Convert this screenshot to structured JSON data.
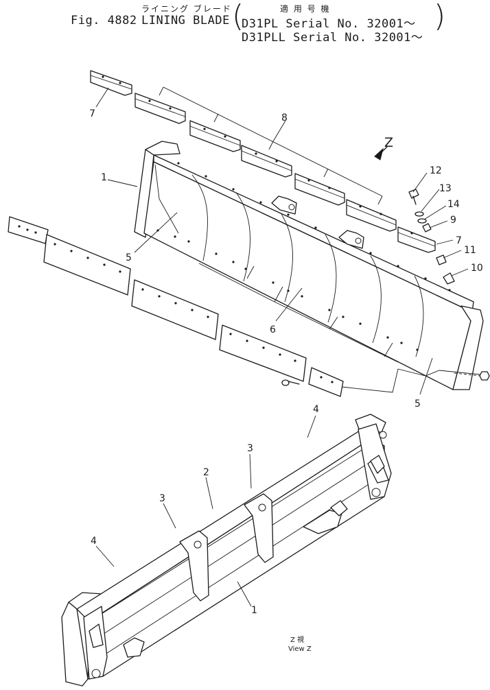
{
  "header": {
    "title_jp": "ライニング ブレード",
    "fig_label": "Fig. 4882",
    "title_en": "LINING BLADE",
    "applicable_jp": "適 用 号 機",
    "serial_line_1": "D31PL  Serial No. 32001～",
    "serial_line_2": "D31PLL Serial No. 32001～"
  },
  "callouts": {
    "c1_top": "1",
    "c5_left": "5",
    "c6": "6",
    "c5_right": "5",
    "c7_left": "7",
    "c8": "8",
    "c12": "12",
    "c13": "13",
    "c14": "14",
    "c9": "9",
    "c7_right": "7",
    "c11": "11",
    "c10": "10",
    "z_marker": "Z",
    "c4_top": "4",
    "c3_mid": "3",
    "c2": "2",
    "c3_left": "3",
    "c4_left": "4",
    "c1_bottom": "1"
  },
  "view_label": {
    "jp": "Z 視",
    "en": "View Z"
  }
}
